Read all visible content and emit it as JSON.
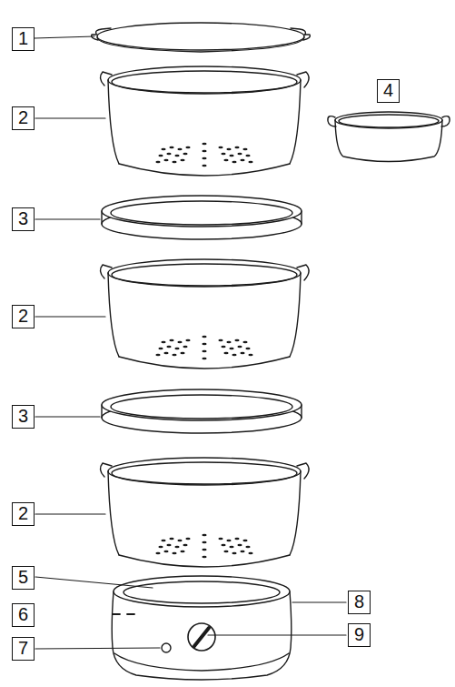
{
  "diagram": {
    "labels": [
      "1",
      "2",
      "4",
      "3",
      "2",
      "3",
      "2",
      "5",
      "8",
      "6",
      "9",
      "7"
    ]
  }
}
